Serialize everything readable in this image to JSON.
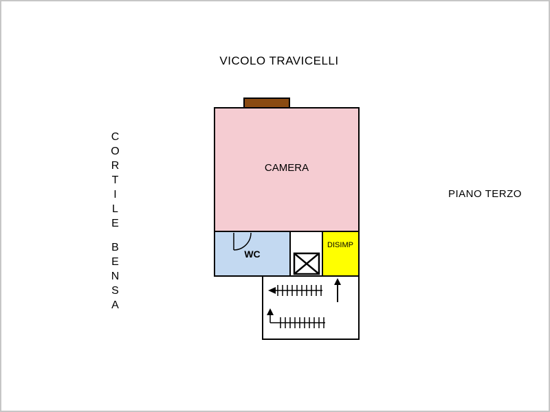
{
  "title": "VICOLO TRAVICELLI",
  "side_labels": {
    "left_word_1": "CORTILE",
    "left_word_2": "BENSA",
    "right": "PIANO TERZO"
  },
  "rooms": {
    "camera": {
      "label": "CAMERA",
      "color": "#f5ccd2"
    },
    "wc": {
      "label": "WC",
      "color": "#c3d9f1"
    },
    "disimp": {
      "label": "DISIMP",
      "color": "#ffff00"
    }
  },
  "features": {
    "balcony_color": "#8a4a12",
    "wall_color": "#000000",
    "frame_color": "#c6c6c6"
  }
}
